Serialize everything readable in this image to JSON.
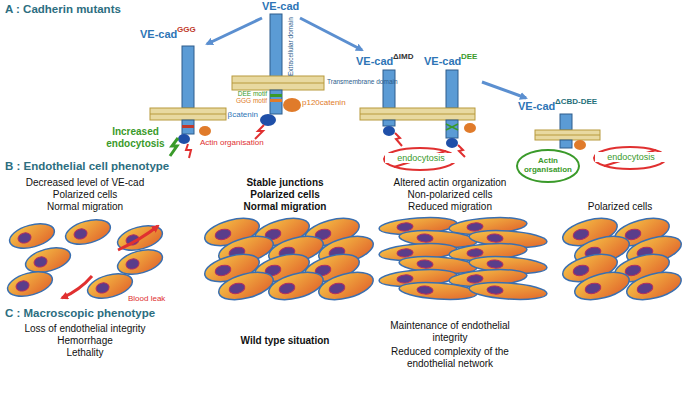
{
  "diagram": {
    "labels": [
      "A : Cadherin mutants",
      "VE-cad",
      "Extracellular domain",
      "Transmembrane domain",
      "DEE motif",
      "GGG motif",
      "p120catenin",
      "βcatenin",
      "Actin organisation",
      "VE-cad",
      "GGG",
      "Increased endocytosis",
      "VE-cad",
      "ΔIMD",
      "VE-cad",
      "DEE",
      "VE-cad",
      "ΔCBD-DEE",
      "endocytosis",
      "Actin organisation",
      "endocytosis",
      "B : Endothelial cell phenotype",
      "Decreased level of VE-cad",
      "Polarized cells",
      "Normal migration",
      "Stable junctions",
      "Polarized cells",
      "Normal migration",
      "Altered actin organization",
      "Non-polarized cells",
      "Reduced migration",
      "Polarized cells",
      "Blood leak",
      "C : Macroscopic phenotype",
      "Loss of endothelial integrity",
      "Hemorrhage",
      "Lethality",
      "Wild type situation",
      "Maintenance of endothelial integrity",
      "Reduced complexity of the endothelial network"
    ]
  }
}
